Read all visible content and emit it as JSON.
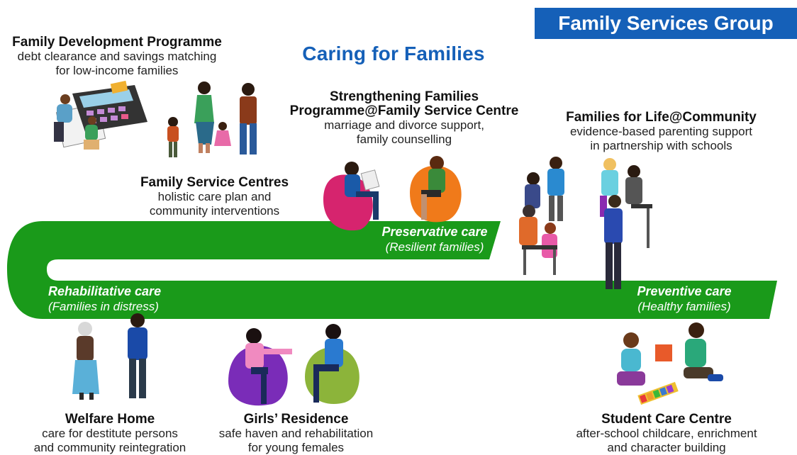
{
  "header": {
    "badge": "Family Services Group",
    "title": "Caring for Families"
  },
  "services": {
    "fdp": {
      "title": "Family Development Programme",
      "line1": "debt clearance and savings matching",
      "line2": "for low-income families"
    },
    "fsc": {
      "title": "Family Service Centres",
      "line1": "holistic care plan and",
      "line2": "community interventions"
    },
    "sfp": {
      "title1": "Strengthening Families",
      "title2": "Programme@Family Service Centre",
      "line1": "marriage and divorce support,",
      "line2": "family counselling"
    },
    "ffl": {
      "title": "Families for Life@Community",
      "line1": "evidence-based parenting support",
      "line2": "in partnership with schools"
    },
    "welfare": {
      "title": "Welfare Home",
      "line1": "care for destitute persons",
      "line2": "and community reintegration"
    },
    "girls": {
      "title": "Girls’ Residence",
      "line1": "safe haven and rehabilitation",
      "line2": "for young females"
    },
    "scc": {
      "title": "Student Care Centre",
      "line1": "after-school childcare, enrichment",
      "line2": "and character building"
    }
  },
  "care_levels": {
    "preservative": {
      "name": "Preservative care",
      "sub": "(Resilient families)"
    },
    "rehabilitative": {
      "name": "Rehabilitative care",
      "sub": "(Families in distress)"
    },
    "preventive": {
      "name": "Preventive care",
      "sub": "(Healthy families)"
    }
  },
  "colors": {
    "brand_blue": "#1560b8",
    "road_green": "#1a9a1a",
    "pink": "#d6246e",
    "orange": "#f07a1a",
    "purple": "#7a2cb8",
    "olive": "#8cb43a"
  }
}
